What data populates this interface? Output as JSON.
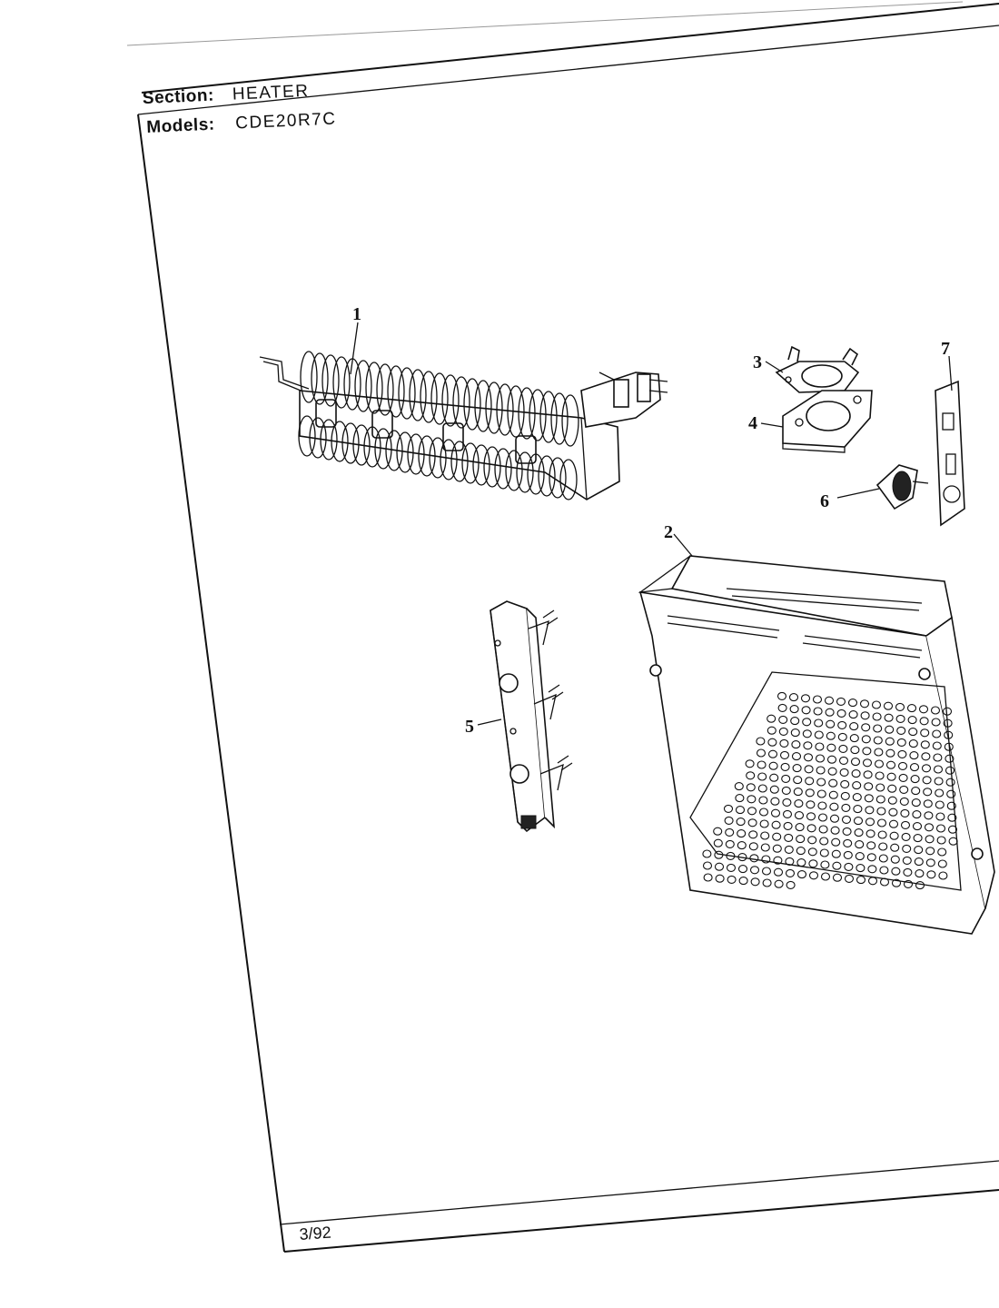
{
  "header": {
    "section_label": "Section:",
    "section_value": "HEATER",
    "models_label": "Models:",
    "models_value": "CDE20R7C"
  },
  "footer": {
    "date": "3/92"
  },
  "callouts": {
    "c1": "1",
    "c2": "2",
    "c3": "3",
    "c4": "4",
    "c5": "5",
    "c6": "6",
    "c7": "7"
  }
}
